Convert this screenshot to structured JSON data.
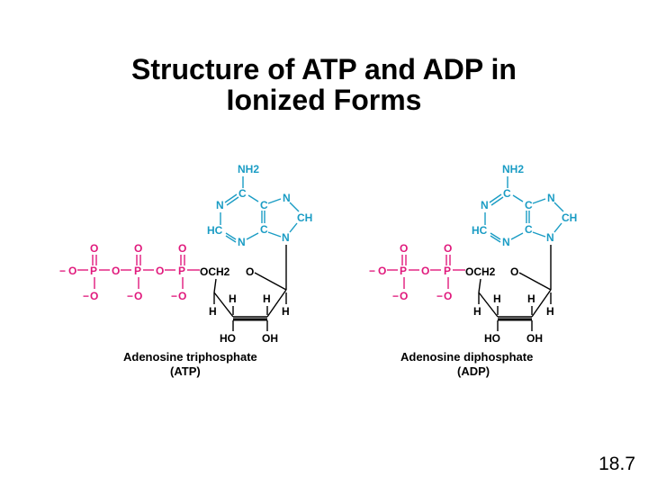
{
  "slide": {
    "title_line1": "Structure of ATP and ADP in",
    "title_line2": "Ionized Forms",
    "number": "18.7"
  },
  "atp": {
    "name": "Adenosine triphosphate",
    "abbr": "(ATP)"
  },
  "adp": {
    "name": "Adenosine diphosphate",
    "abbr": "(ADP)"
  },
  "atoms": {
    "nh2": "NH2",
    "c": "C",
    "n": "N",
    "hc": "HC",
    "ch": "CH",
    "o": "O",
    "p": "P",
    "minus": "−",
    "och2": "OCH2",
    "h": "H",
    "ho": "HO",
    "oh": "OH"
  },
  "colors": {
    "adenine": "#1a9cc4",
    "phosphate": "#e0197c",
    "ribose": "#000000"
  }
}
